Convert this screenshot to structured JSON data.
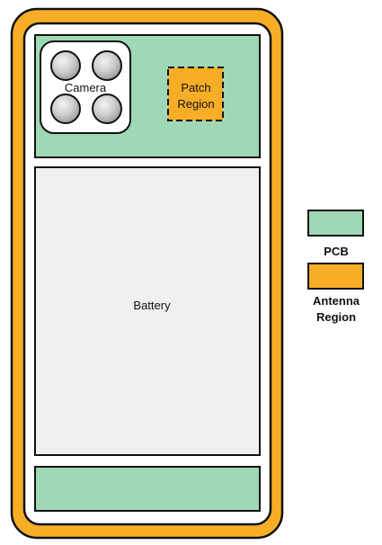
{
  "colors": {
    "antenna": "#F7AE26",
    "pcb": "#9ED8B4",
    "battery": "#F0F0F0",
    "outline": "#111111",
    "camera_lens": "#CFCFCF",
    "background": "#FFFFFF"
  },
  "phone": {
    "camera_label": "Camera",
    "patch_label_line1": "Patch",
    "patch_label_line2": "Region",
    "battery_label": "Battery"
  },
  "legend": {
    "items": [
      {
        "label_lines": [
          "PCB"
        ],
        "color": "#9ED8B4"
      },
      {
        "label_lines": [
          "Antenna",
          "Region"
        ],
        "color": "#F7AE26"
      }
    ]
  }
}
